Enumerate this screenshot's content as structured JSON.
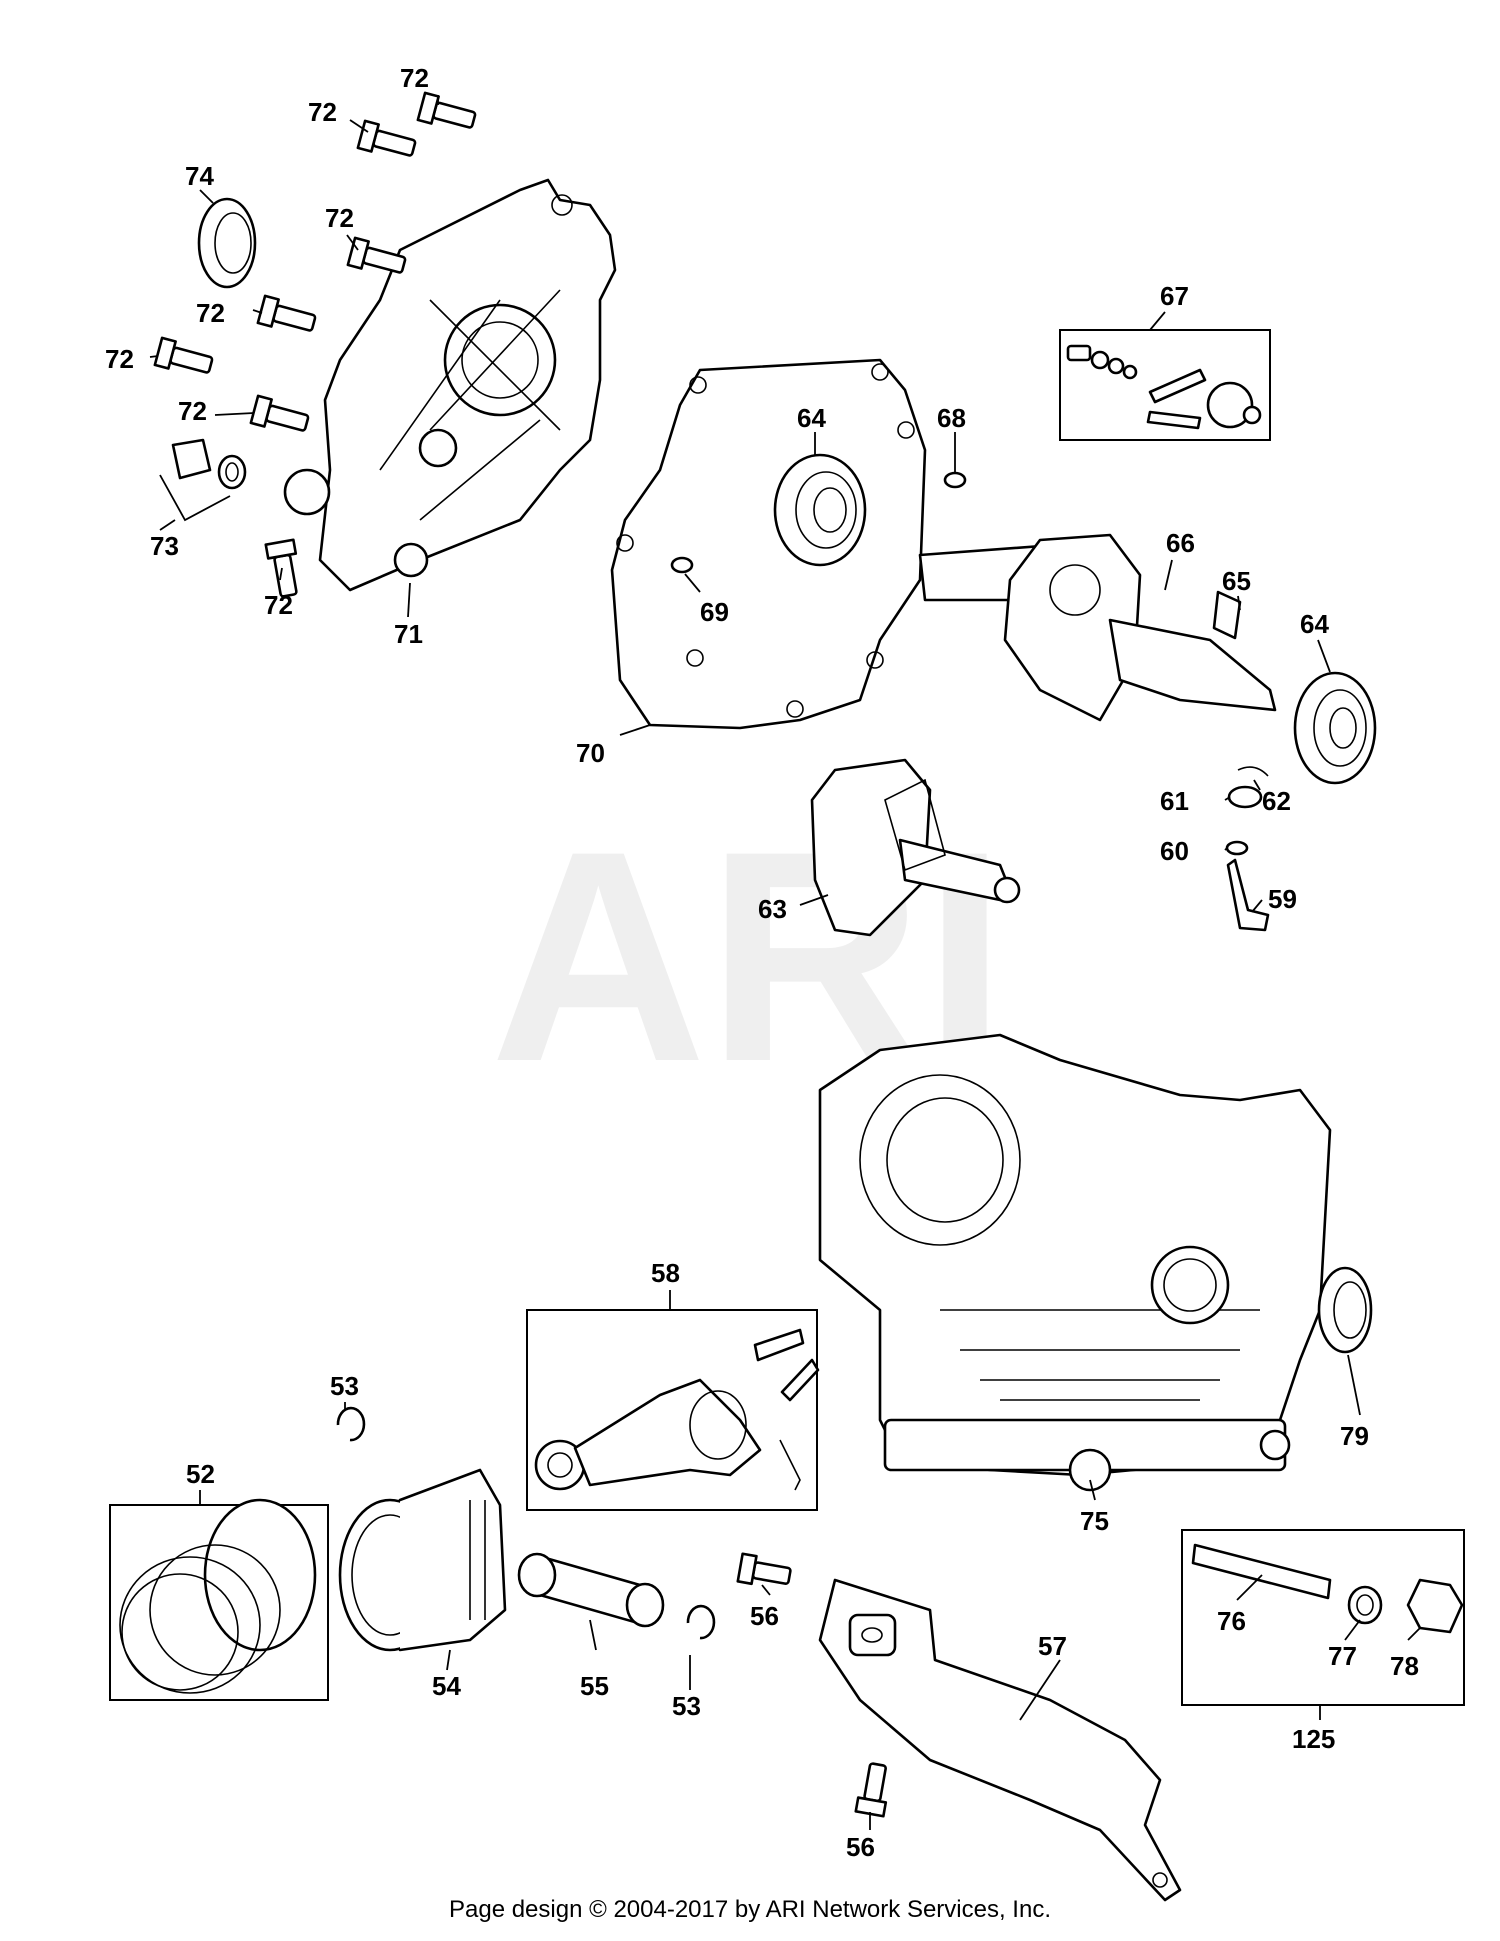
{
  "watermark": "ARI",
  "footer": "Page design © 2004-2017 by ARI Network Services, Inc.",
  "callouts": [
    "72",
    "72",
    "72",
    "72",
    "72",
    "72",
    "72",
    "73",
    "74",
    "71",
    "70",
    "64",
    "68",
    "69",
    "67",
    "66",
    "65",
    "64",
    "61",
    "62",
    "60",
    "59",
    "63",
    "58",
    "53",
    "52",
    "54",
    "55",
    "53",
    "56",
    "56",
    "57",
    "75",
    "79",
    "76",
    "77",
    "78",
    "125"
  ]
}
